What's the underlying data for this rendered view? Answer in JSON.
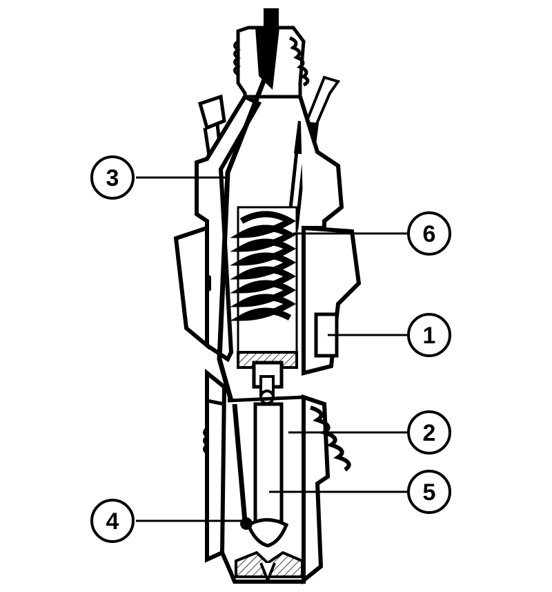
{
  "diagram": {
    "callouts": [
      {
        "id": "callout-1",
        "label": "1"
      },
      {
        "id": "callout-2",
        "label": "2"
      },
      {
        "id": "callout-3",
        "label": "3"
      },
      {
        "id": "callout-4",
        "label": "4"
      },
      {
        "id": "callout-5",
        "label": "5"
      },
      {
        "id": "callout-6",
        "label": "6"
      }
    ],
    "colors": {
      "ink": "#000000",
      "paper": "#ffffff"
    }
  }
}
